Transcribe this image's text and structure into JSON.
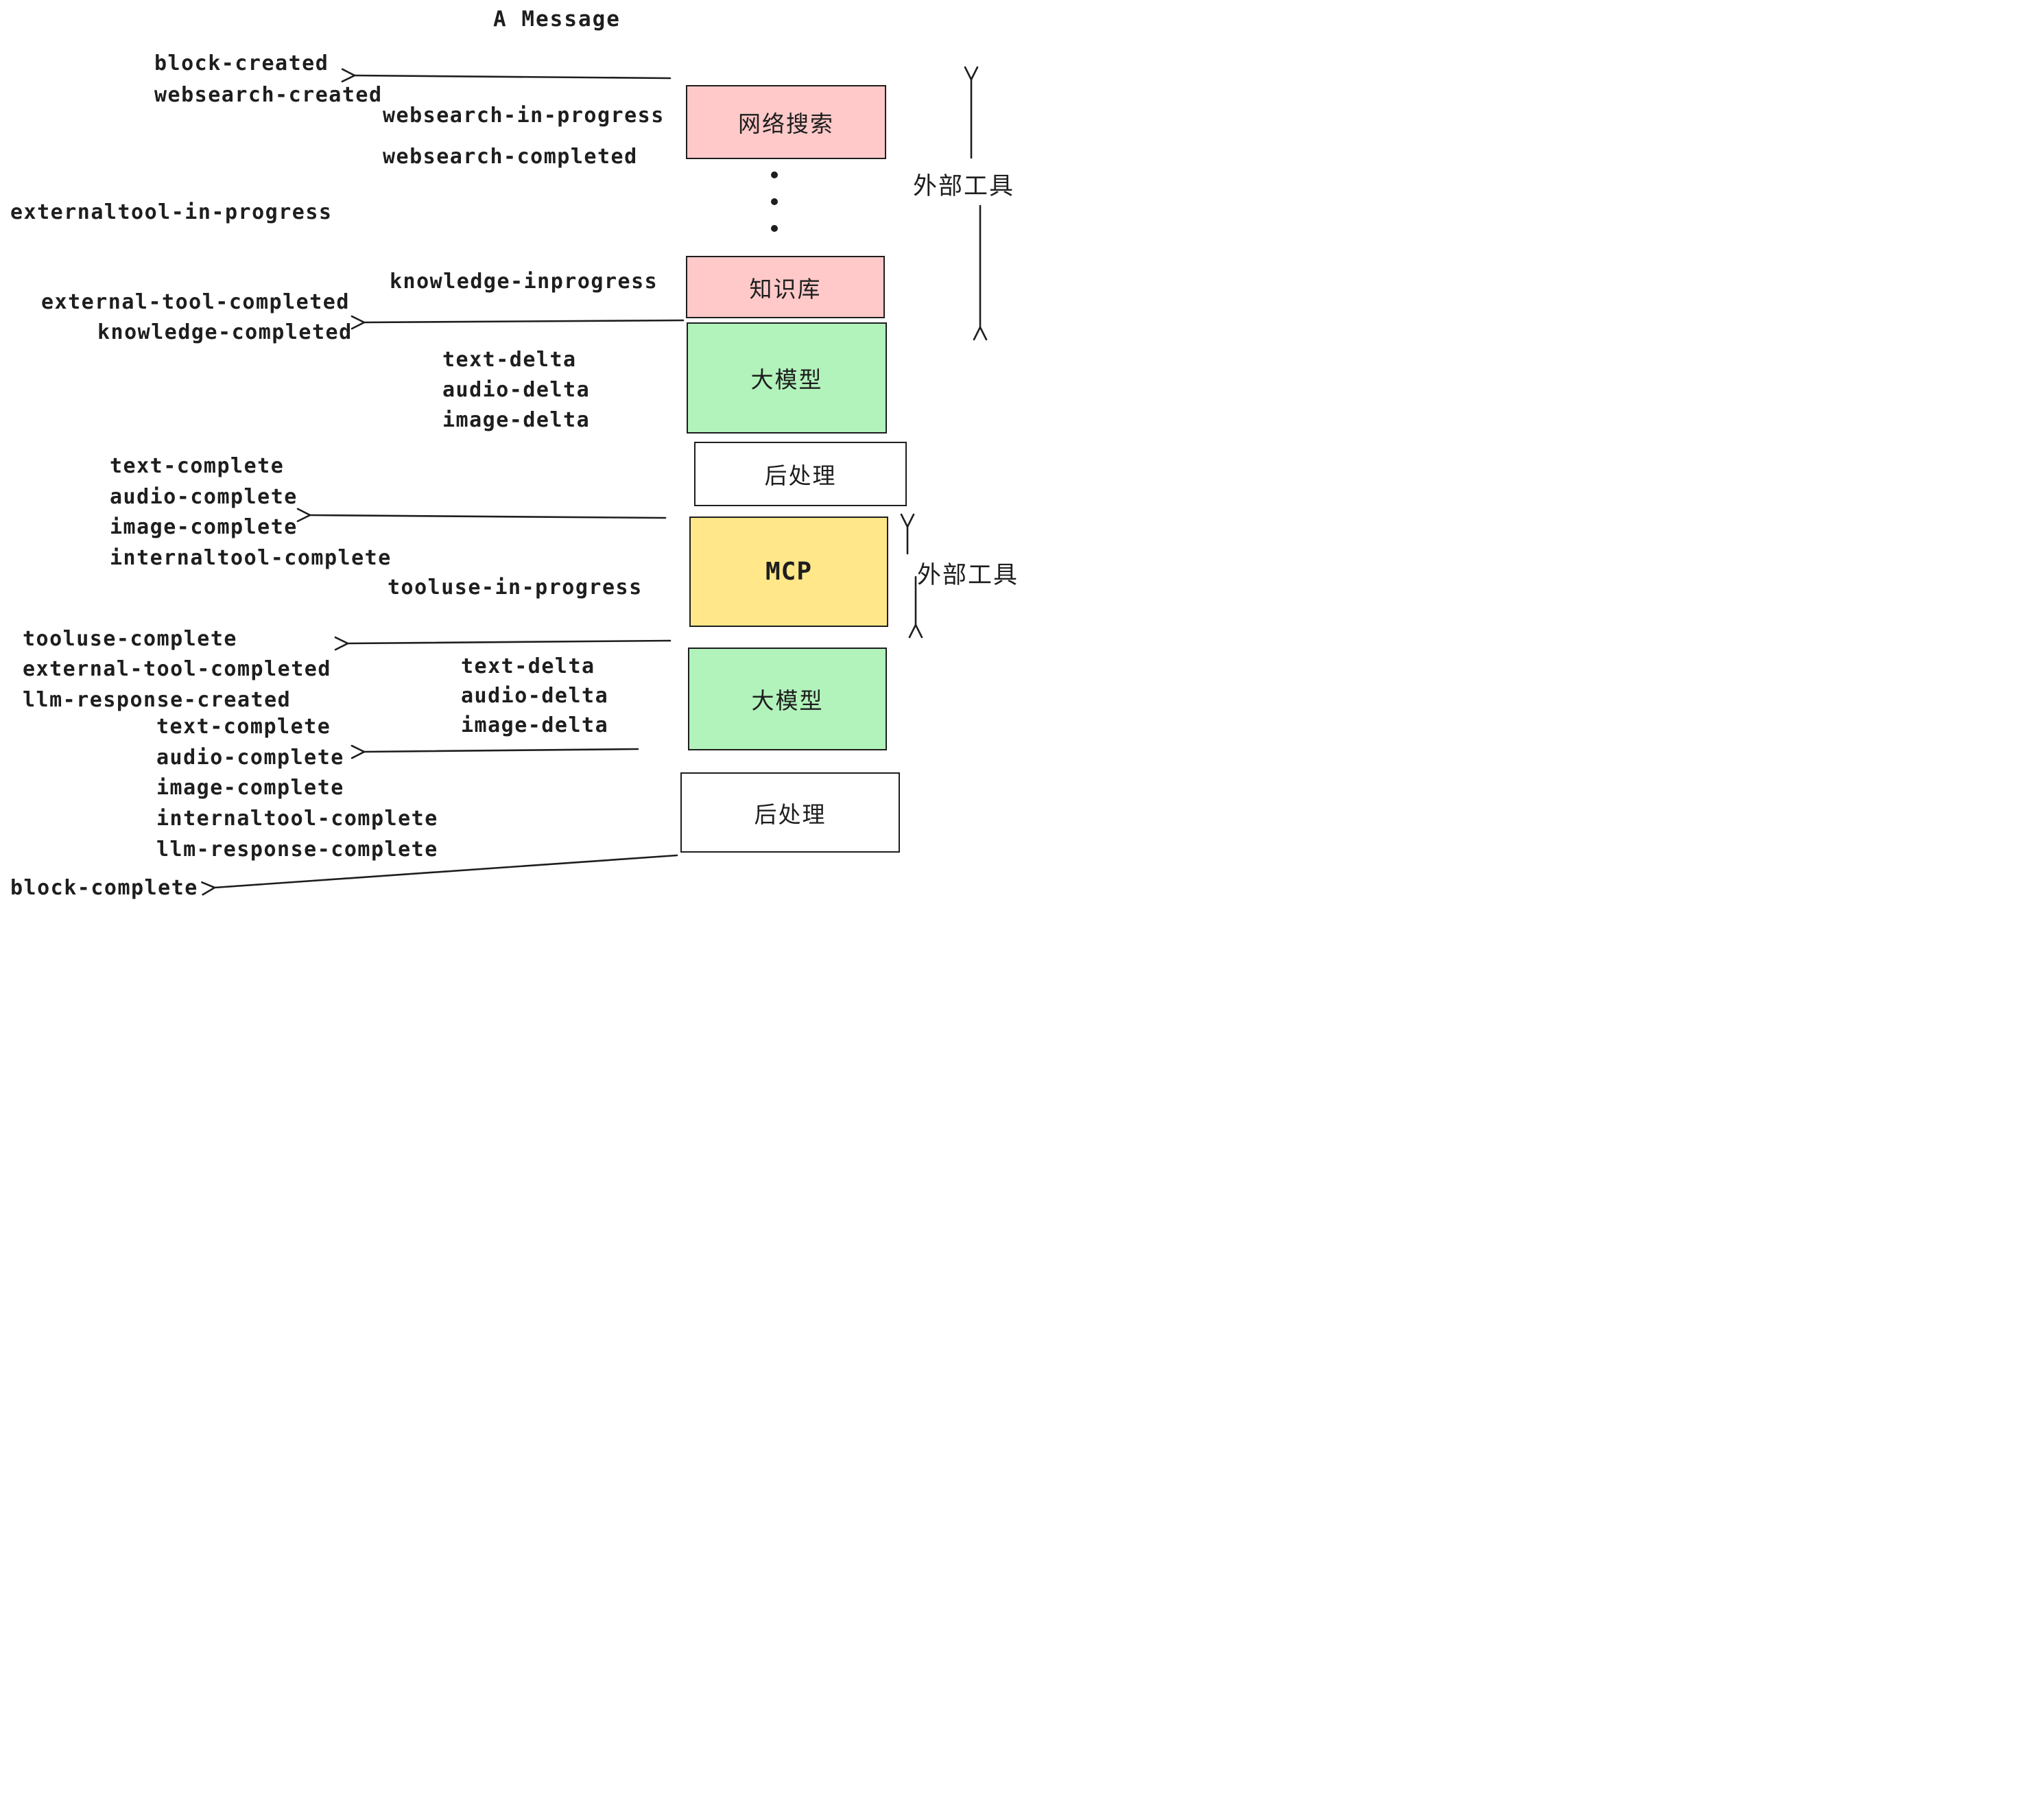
{
  "title": "A Message",
  "events": [
    {
      "text": "block-created"
    },
    {
      "text": "websearch-created"
    },
    {
      "text": "websearch-in-progress"
    },
    {
      "text": "websearch-completed"
    },
    {
      "text": "externaltool-in-progress"
    },
    {
      "text": "knowledge-inprogress"
    },
    {
      "text": "external-tool-completed"
    },
    {
      "text": "knowledge-completed"
    },
    {
      "text": "text-delta"
    },
    {
      "text": "audio-delta"
    },
    {
      "text": "image-delta"
    },
    {
      "text": "text-complete"
    },
    {
      "text": "audio-complete"
    },
    {
      "text": "image-complete"
    },
    {
      "text": "internaltool-complete"
    },
    {
      "text": "tooluse-in-progress"
    },
    {
      "text": "tooluse-complete"
    },
    {
      "text": "external-tool-completed"
    },
    {
      "text": "llm-response-created"
    },
    {
      "text": "text-complete"
    },
    {
      "text": "audio-complete"
    },
    {
      "text": "image-complete"
    },
    {
      "text": "internaltool-complete"
    },
    {
      "text": "llm-response-complete"
    },
    {
      "text": "block-complete"
    },
    {
      "text": "text-delta"
    },
    {
      "text": "audio-delta"
    },
    {
      "text": "image-delta"
    }
  ],
  "boxes": [
    {
      "label": "网络搜索",
      "color": "#ffc9c9"
    },
    {
      "label": "知识库",
      "color": "#ffc9c9"
    },
    {
      "label": "大模型",
      "color": "#b2f2bb"
    },
    {
      "label": "后处理",
      "color": "#ffffff"
    },
    {
      "label": "MCP",
      "color": "#ffe78a"
    },
    {
      "label": "大模型",
      "color": "#b2f2bb"
    },
    {
      "label": "后处理",
      "color": "#ffffff"
    }
  ],
  "annotations": [
    {
      "text": "外部工具"
    },
    {
      "text": "外部工具"
    }
  ],
  "colors": {
    "stroke": "#1e1e1e",
    "pink": "#ffc9c9",
    "green": "#b2f2bb",
    "yellow": "#ffe78a",
    "white": "#ffffff",
    "background": "#ffffff"
  }
}
